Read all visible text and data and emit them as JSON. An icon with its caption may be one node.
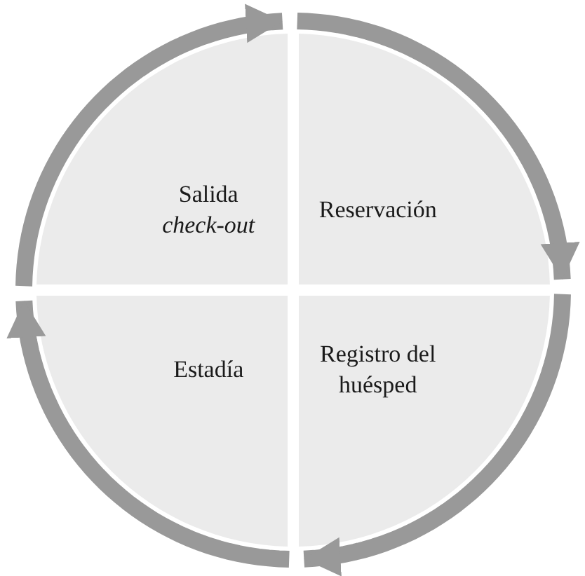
{
  "diagram": {
    "nodes": [
      {
        "text": [
          "Salida *check-out*"
        ]
      },
      {
        "text": [
          "Reservación"
        ]
      },
      {
        "text": [
          "Estadía"
        ]
      },
      {
        "text": [
          "Registro del huésped"
        ]
      }
    ],
    "edges": [
      {
        "from": 0,
        "to": 1,
        "arrow": "to"
      },
      {
        "from": 1,
        "to": 3,
        "arrow": "to"
      },
      {
        "from": 3,
        "to": 2,
        "arrow": "to"
      },
      {
        "from": 2,
        "to": 0,
        "arrow": "to"
      }
    ]
  }
}
